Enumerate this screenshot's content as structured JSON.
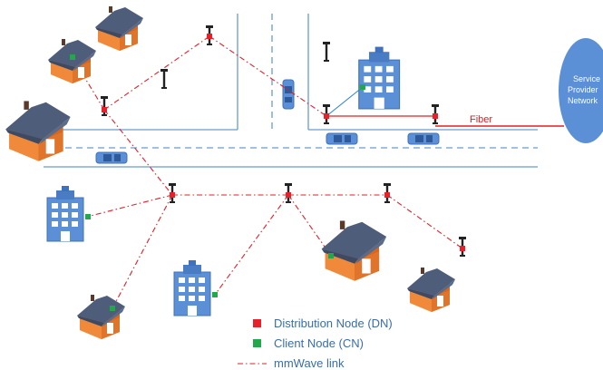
{
  "cloud": {
    "line1": "Service",
    "line2": "Provider",
    "line3": "Network"
  },
  "fiber_label": "Fiber",
  "legend": {
    "dn_label": "Distribution Node (DN)",
    "cn_label": "Client Node (CN)",
    "link_label": "mmWave link"
  },
  "colors": {
    "dn": "#e8202a",
    "cn": "#22a84a",
    "mmwave_link": "#e0202a",
    "fiber": "#e02020",
    "road": "#6a9bd0",
    "cloud": "#5b8fd6",
    "building": "#5b8fd6",
    "house_wall": "#e8782a",
    "house_roof": "#6a7a9a"
  },
  "icons": [
    "house-icon",
    "office-building-icon",
    "street-pole-icon",
    "car-icon",
    "cloud-icon"
  ]
}
